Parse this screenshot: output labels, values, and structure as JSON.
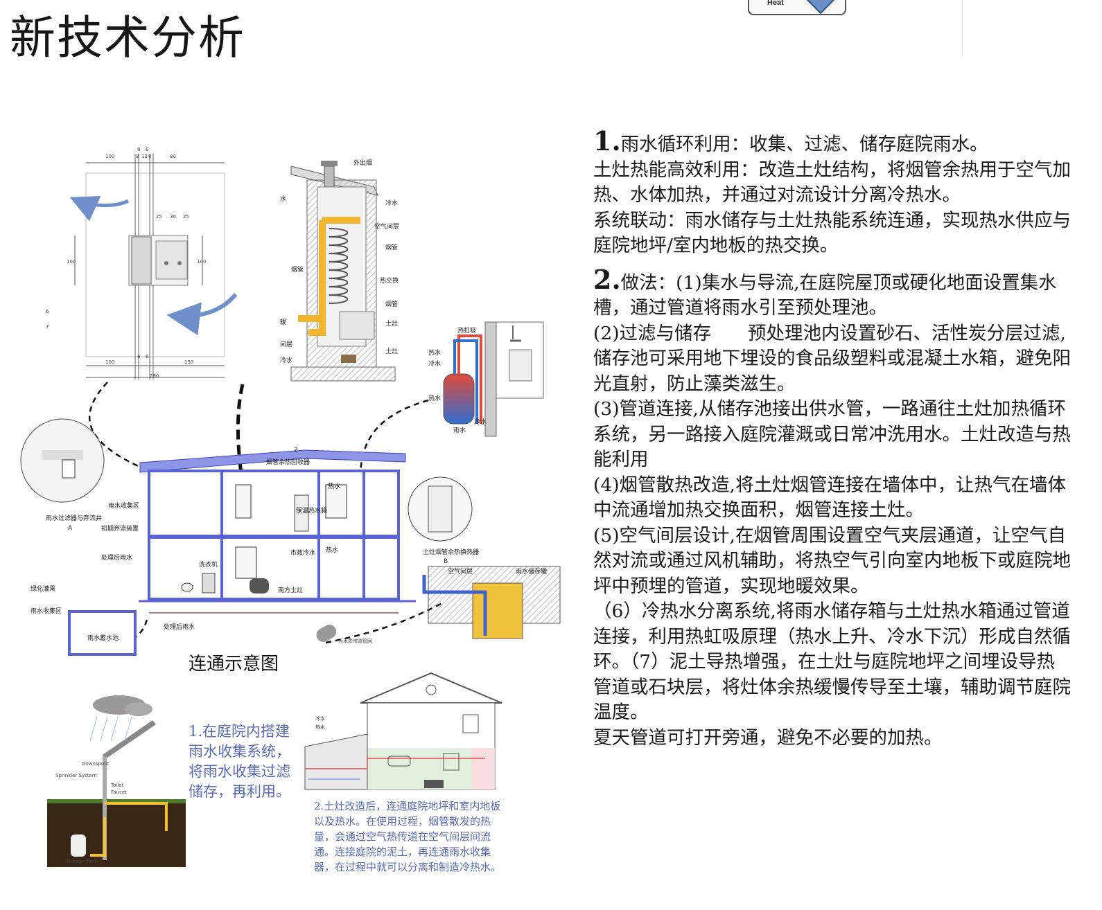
{
  "title": "新技术分析",
  "heat_badge": "Heat",
  "connection_caption": "连通示意图",
  "rain_note": "1.在庭院内搭建雨水收集系统，将雨水收集过滤储存，再利用。",
  "stove_note": "2.土灶改造后，连通庭院地坪和室内地板以及热水。在使用过程，烟管散发的热量，会通过空气热传道在空气间层间流通。连接庭院的泥土，再连通雨水收集器，在过程中就可以分离和制造冷热水。",
  "diagram_labels": {
    "wall_detail_dims": [
      "100",
      "6",
      "6",
      "80",
      "25",
      "30",
      "25",
      "100",
      "100",
      "6",
      "7",
      "100",
      "6",
      "6",
      "150",
      "290",
      "8",
      "12",
      "8"
    ],
    "chimney_section": [
      "外出烟",
      "冷水",
      "空气间层",
      "烟管",
      "热交换",
      "烟管",
      "土灶",
      "土灶",
      "水",
      "烟管",
      "暖",
      "间层",
      "冷水"
    ],
    "siphon_detail": [
      "热虹吸",
      "热水",
      "冷水",
      "热水",
      "冷水",
      "雨水"
    ],
    "house_section": [
      "烟管余热回收器",
      "热水",
      "保温热水箱",
      "市政冷水",
      "热水",
      "洗衣机",
      "南方土灶",
      "雨水收集区",
      "初期弃流装置",
      "处理后雨水",
      "绿化灌溉",
      "雨水收集区",
      "雨水蓄水池",
      "处理后雨水",
      "污水去市政管网",
      "雨水过滤器与弃流井",
      "A",
      "土灶烟管余热换热器",
      "B",
      "空气间层",
      "雨水储存罐",
      "2"
    ],
    "rain_illustration": [
      "Downspout",
      "Toilet",
      "Faucet",
      "Sprinkler System",
      "Storage Tank"
    ],
    "house_illustration": [
      "冷水",
      "热水"
    ]
  },
  "paragraphs": [
    {
      "num": "1.",
      "text": "雨水循环利用：收集、过滤、储存庭院雨水。"
    },
    {
      "num": "",
      "text": "土灶热能高效利用：改造土灶结构，将烟管余热用于空气加热、水体加热，并通过对流设计分离冷热水。"
    },
    {
      "num": "",
      "text": "系统联动：雨水储存与土灶热能系统连通，实现热水供应与庭院地坪/室内地板的热交换。"
    },
    {
      "num": "2.",
      "text": "做法：(1)集水与导流,在庭院屋顶或硬化地面设置集水槽，通过管道将雨水引至预处理池。"
    },
    {
      "num": "",
      "text": "(2)过滤与储存　　预处理池内设置砂石、活性炭分层过滤,储存池可采用地下埋设的食品级塑料或混凝土水箱，避免阳光直射，防止藻类滋生。"
    },
    {
      "num": "",
      "text": "(3)管道连接,从储存池接出供水管，一路通往土灶加热循环系统，另一路接入庭院灌溉或日常冲洗用水。土灶改造与热能利用"
    },
    {
      "num": "",
      "text": "(4)烟管散热改造,将土灶烟管连接在墙体中，让热气在墙体中流通增加热交换面积，烟管连接土灶。"
    },
    {
      "num": "",
      "text": "(5)空气间层设计,在烟管周围设置空气夹层通道，让空气自然对流或通过风机辅助，将热空气引向室内地板下或庭院地坪中预埋的管道，实现地暖效果。"
    },
    {
      "num": "",
      "text": "（6）冷热水分离系统,将雨水储存箱与土灶热水箱通过管道连接，利用热虹吸原理（热水上升、冷水下沉）形成自然循环。（7）泥土导热增强，在土灶与庭院地坪之间埋设导热管道或石块层，将灶体余热缓慢传导至土壤，辅助调节庭院温度。"
    },
    {
      "num": "",
      "text": "夏天管道可打开旁通，避免不必要的加热。"
    }
  ]
}
